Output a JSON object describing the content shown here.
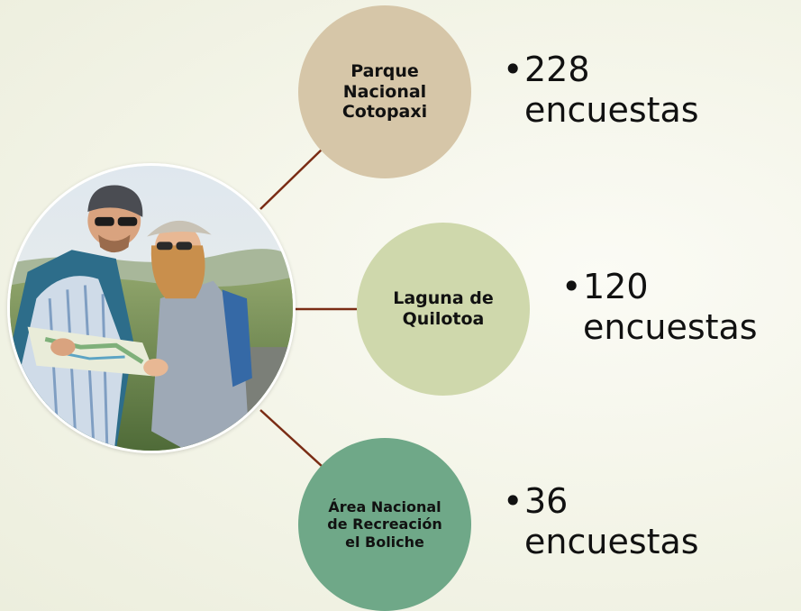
{
  "nodes": [
    {
      "label": "Parque Nacional Cotopaxi",
      "color": "#d6c6a8"
    },
    {
      "label": "Laguna de Quilotoa",
      "color": "#cfd8ac"
    },
    {
      "label": "Área Nacional de Recreación el Boliche",
      "color": "#6fa888"
    }
  ],
  "stats": [
    {
      "bullet": "•",
      "number": "228",
      "unit": "encuestas"
    },
    {
      "bullet": "•",
      "number": "120",
      "unit": "encuestas"
    },
    {
      "bullet": "•",
      "number": "36",
      "unit": "encuestas"
    }
  ],
  "connector_color": "#7a2c14",
  "photo": {
    "icon": "tourists-with-map-photo"
  }
}
